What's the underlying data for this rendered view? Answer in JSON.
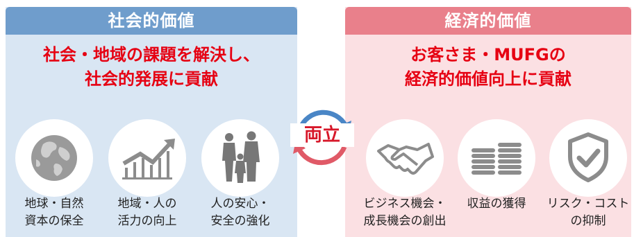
{
  "left": {
    "header": "社会的価値",
    "headline": [
      "社会・地域の課題を解決し、",
      "社会的発展に貢献"
    ],
    "items": [
      {
        "icon": "globe-icon",
        "lines": [
          "地球・自然",
          "資本の保全"
        ]
      },
      {
        "icon": "growth-chart-icon",
        "lines": [
          "地域・人の",
          "活力の向上"
        ]
      },
      {
        "icon": "family-icon",
        "lines": [
          "人の安心・",
          "安全の強化"
        ]
      }
    ]
  },
  "center": {
    "label": "両立"
  },
  "right": {
    "header": "経済的価値",
    "headline": [
      "お客さま・MUFGの",
      "経済的価値向上に貢献"
    ],
    "items": [
      {
        "icon": "handshake-icon",
        "lines": [
          "ビジネス機会・",
          "成長機会の創出"
        ]
      },
      {
        "icon": "coins-icon",
        "lines": [
          "収益の獲得"
        ]
      },
      {
        "icon": "shield-check-icon",
        "lines": [
          "リスク・コスト",
          "の抑制"
        ]
      }
    ]
  },
  "colors": {
    "left_header": "#6f9dcc",
    "left_bg": "#d9e6f3",
    "right_header": "#e9808b",
    "right_bg": "#fbe0e3",
    "headline_red": "#e60012",
    "icon_gray": "#8c8c8c",
    "arrow_blue": "#4a86c6",
    "arrow_red": "#e05a67"
  }
}
